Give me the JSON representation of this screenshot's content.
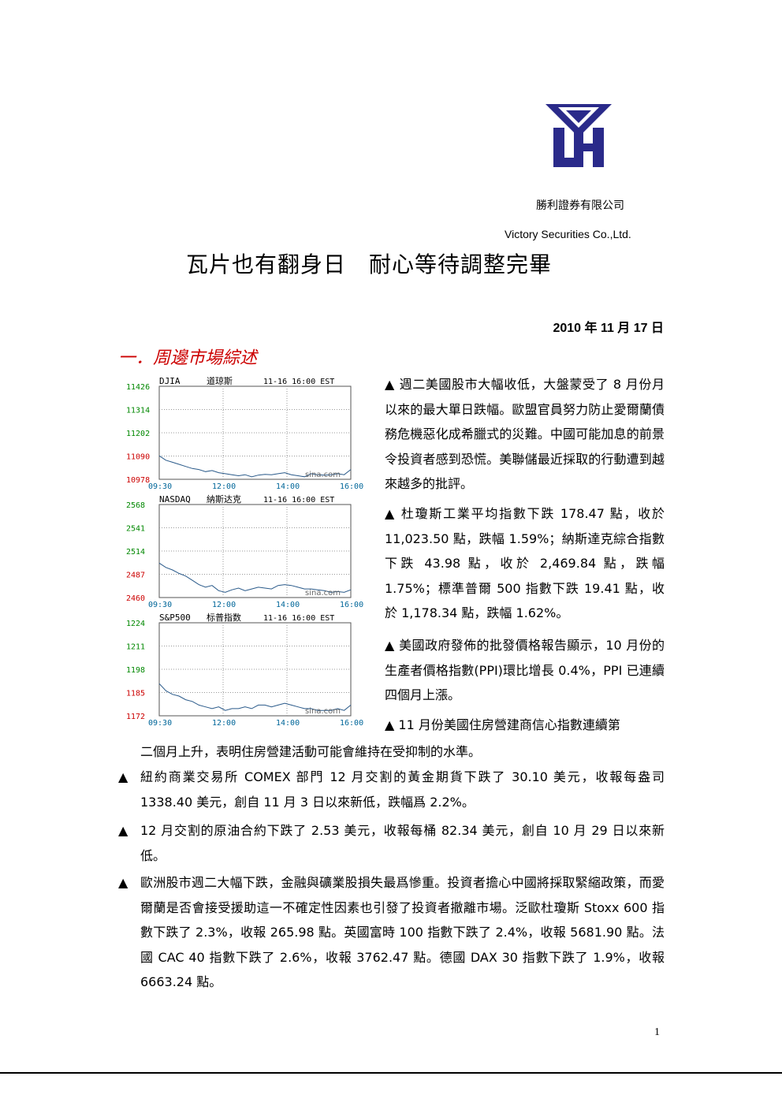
{
  "header": {
    "company_cn": "勝利證券有限公司",
    "company_en": "Victory Securities Co.,Ltd.",
    "logo_colors": {
      "primary": "#2a2a8a"
    }
  },
  "title": "瓦片也有翻身日　耐心等待調整完畢",
  "date": "2010 年 11 月 17 日",
  "section_heading": "一．周邊市場綜述",
  "chart_data": [
    {
      "type": "line",
      "title": "DJIA",
      "title_cn": "道琼斯",
      "timestamp": "11-16 16:00 EST",
      "x_ticks": [
        "09:30",
        "12:00",
        "14:00",
        "16:00"
      ],
      "y_ticks": [
        "11426",
        "11314",
        "11202",
        "11090",
        "10978"
      ],
      "ylim": [
        10978,
        11426
      ],
      "watermark": "sina.com",
      "series": [
        {
          "values": [
            11091,
            11070,
            11060,
            11050,
            11040,
            11030,
            11025,
            11015,
            11020,
            11010,
            11005,
            11000,
            10995,
            11000,
            10990,
            10998,
            11002,
            11000,
            11005,
            11010,
            11000,
            10995,
            10990,
            11005,
            11000,
            10998,
            11000,
            11005,
            11000,
            11025
          ]
        }
      ]
    },
    {
      "type": "line",
      "title": "NASDAQ",
      "title_cn": "納斯达克",
      "timestamp": "11-16 16:00 EST",
      "x_ticks": [
        "09:30",
        "12:00",
        "14:00",
        "16:00"
      ],
      "y_ticks": [
        "2568",
        "2541",
        "2514",
        "2487",
        "2460"
      ],
      "ylim": [
        2460,
        2568
      ],
      "watermark": "sina.com",
      "series": [
        {
          "values": [
            2500,
            2495,
            2492,
            2488,
            2485,
            2480,
            2475,
            2472,
            2474,
            2468,
            2466,
            2469,
            2471,
            2468,
            2470,
            2472,
            2471,
            2470,
            2474,
            2475,
            2474,
            2472,
            2470,
            2470,
            2469,
            2468,
            2466,
            2467,
            2466,
            2469
          ]
        }
      ]
    },
    {
      "type": "line",
      "title": "S&P500",
      "title_cn": "标普指数",
      "timestamp": "11-16 16:00 EST",
      "x_ticks": [
        "09:30",
        "12:00",
        "14:00",
        "16:00"
      ],
      "y_ticks": [
        "1224",
        "1211",
        "1198",
        "1185",
        "1172"
      ],
      "ylim": [
        1172,
        1224
      ],
      "watermark": "sina.com",
      "series": [
        {
          "values": [
            1190,
            1186,
            1184,
            1183,
            1181,
            1180,
            1178,
            1177,
            1176,
            1177,
            1175,
            1176,
            1176,
            1177,
            1176,
            1178,
            1178,
            1177,
            1178,
            1179,
            1178,
            1177,
            1176,
            1176,
            1175,
            1175,
            1175,
            1176,
            1175,
            1178
          ]
        }
      ]
    }
  ],
  "right_paragraphs": [
    "▲ 週二美國股市大幅收低，大盤蒙受了 8 月份月以來的最大單日跌幅。歐盟官員努力防止愛爾蘭債務危機惡化成希臘式的災難。中國可能加息的前景令投資者感到恐慌。美聯儲最近採取的行動遭到越來越多的批評。",
    "▲ 杜瓊斯工業平均指數下跌 178.47 點，收於 11,023.50 點，跌幅 1.59%；納斯達克綜合指數下跌 43.98 點，收於 2,469.84 點，跌幅 1.75%；標準普爾 500 指數下跌 19.41 點，收於 1,178.34 點，跌幅 1.62%。",
    "▲ 美國政府發佈的批發價格報告顯示，10 月份的生產者價格指數(PPI)環比增長 0.4%，PPI 已連續四個月上漲。",
    "▲ 11 月份美國住房營建商信心指數連續第"
  ],
  "continuation": "二個月上升，表明住房營建活動可能會維持在受抑制的水準。",
  "bullets": [
    "紐約商業交易所 COMEX 部門 12 月交割的黃金期貨下跌了 30.10 美元，收報每盎司 1338.40 美元，創自 11 月 3 日以來新低，跌幅爲 2.2%。",
    "12 月交割的原油合約下跌了 2.53 美元，收報每桶 82.34 美元，創自 10 月 29 日以來新低。",
    "歐洲股市週二大幅下跌，金融與礦業股損失最爲慘重。投資者擔心中國將採取緊縮政策，而愛爾蘭是否會接受援助這一不確定性因素也引發了投資者撤離市場。泛歐杜瓊斯 Stoxx 600 指數下跌了 2.3%，收報 265.98 點。英國富時 100 指數下跌了 2.4%，收報 5681.90 點。法國 CAC 40 指數下跌了 2.6%，收報 3762.47 點。德國 DAX 30 指數下跌了 1.9%，收報 6663.24 點。"
  ],
  "bullet_marker": "▲",
  "page_number": "1"
}
